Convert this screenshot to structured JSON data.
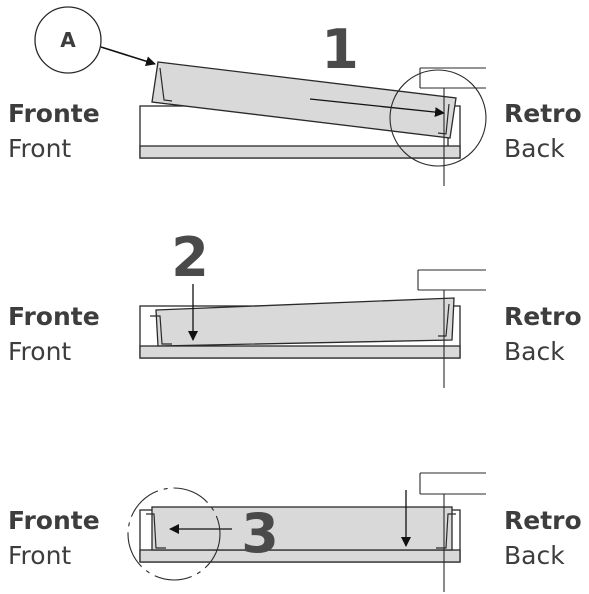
{
  "labels": {
    "front_main": "Fronte",
    "front_sub": "Front",
    "back_main": "Retro",
    "back_sub": "Back"
  },
  "callout": {
    "letter": "A"
  },
  "steps": [
    {
      "number": "1"
    },
    {
      "number": "2"
    },
    {
      "number": "3"
    }
  ],
  "colors": {
    "panel_fill": "#d9d9d9",
    "outline": "#2a2a2a",
    "text": "#3d3d3d"
  }
}
